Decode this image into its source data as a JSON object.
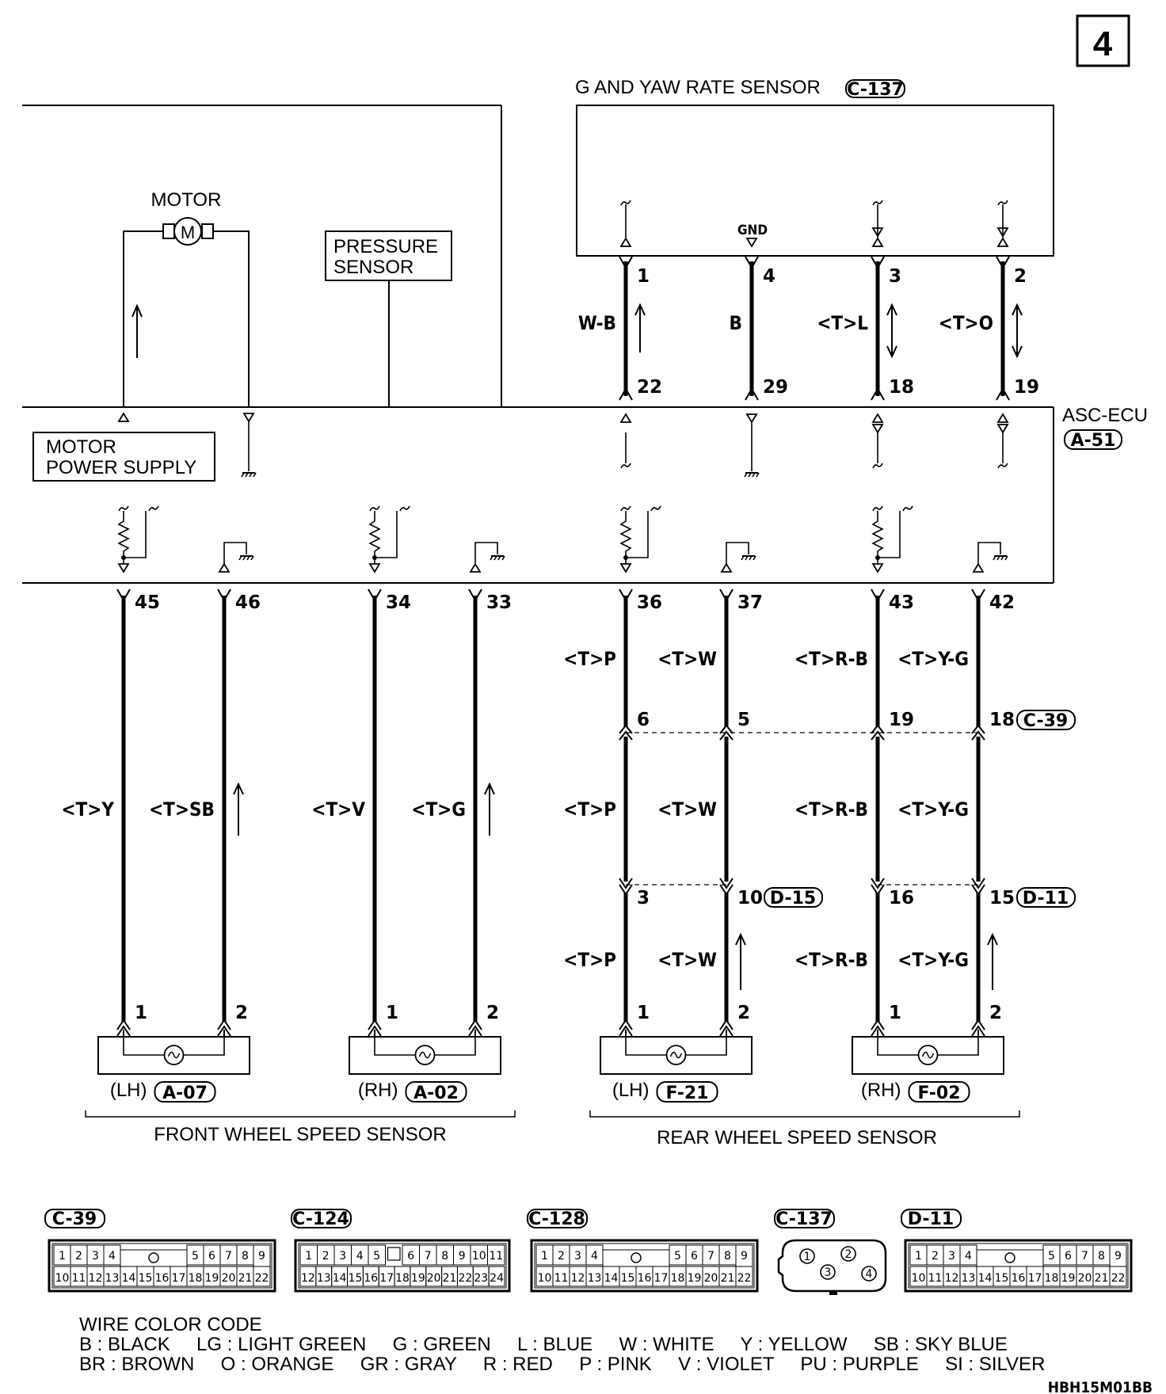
{
  "page_number": "4",
  "drawing_code": "HBH15M01BB",
  "g_sensor": {
    "title": "G AND YAW RATE SENSOR",
    "connector": "C-137",
    "gnd_label": "GND"
  },
  "motor": {
    "label": "MOTOR",
    "symbol": "M"
  },
  "pressure_sensor": {
    "line1": "PRESSURE",
    "line2": "SENSOR"
  },
  "motor_power_supply": {
    "line1": "MOTOR",
    "line2": "POWER SUPPLY"
  },
  "ecu": {
    "name": "ASC-ECU",
    "connector": "A-51"
  },
  "upper_wires": [
    {
      "sensor_pin": "1",
      "ecu_pin": "22",
      "color": "W-B"
    },
    {
      "sensor_pin": "4",
      "ecu_pin": "29",
      "color": "B"
    },
    {
      "sensor_pin": "3",
      "ecu_pin": "18",
      "color": "<T>L"
    },
    {
      "sensor_pin": "2",
      "ecu_pin": "19",
      "color": "<T>O"
    }
  ],
  "lower_wires": [
    {
      "ecu_pin": "45",
      "color": "<T>Y",
      "sensor_pin": "1"
    },
    {
      "ecu_pin": "46",
      "color": "<T>SB",
      "sensor_pin": "2"
    },
    {
      "ecu_pin": "34",
      "color": "<T>V",
      "sensor_pin": "1"
    },
    {
      "ecu_pin": "33",
      "color": "<T>G",
      "sensor_pin": "2"
    },
    {
      "ecu_pin": "36",
      "colors": [
        "<T>P",
        "<T>P",
        "<T>P"
      ],
      "c39_pin": "6",
      "d_pin": "3",
      "sensor_pin": "1"
    },
    {
      "ecu_pin": "37",
      "colors": [
        "<T>W",
        "<T>W",
        "<T>W"
      ],
      "c39_pin": "5",
      "d_pin": "10",
      "sensor_pin": "2"
    },
    {
      "ecu_pin": "43",
      "colors": [
        "<T>R-B",
        "<T>R-B",
        "<T>R-B"
      ],
      "c39_pin": "19",
      "d_pin": "16",
      "sensor_pin": "1"
    },
    {
      "ecu_pin": "42",
      "colors": [
        "<T>Y-G",
        "<T>Y-G",
        "<T>Y-G"
      ],
      "c39_pin": "18",
      "d_pin": "15",
      "sensor_pin": "2"
    }
  ],
  "mid_connectors": {
    "c39": "C-39",
    "d15": "D-15",
    "d11": "D-11"
  },
  "wheel_sensors": [
    {
      "side": "(LH)",
      "connector": "A-07"
    },
    {
      "side": "(RH)",
      "connector": "A-02"
    },
    {
      "side": "(LH)",
      "connector": "F-21"
    },
    {
      "side": "(RH)",
      "connector": "F-02"
    }
  ],
  "groups": {
    "front": "FRONT WHEEL SPEED SENSOR",
    "rear": "REAR WHEEL SPEED SENSOR"
  },
  "connector_faces": [
    {
      "name": "C-39",
      "top": [
        "1",
        "2",
        "3",
        "4",
        "5",
        "6",
        "7",
        "8",
        "9"
      ],
      "bottom": [
        "10",
        "11",
        "12",
        "13",
        "14",
        "15",
        "16",
        "17",
        "18",
        "19",
        "20",
        "21",
        "22"
      ]
    },
    {
      "name": "C-124",
      "top": [
        "1",
        "2",
        "3",
        "4",
        "5",
        "6",
        "7",
        "8",
        "9",
        "10",
        "11"
      ],
      "bottom": [
        "12",
        "13",
        "14",
        "15",
        "16",
        "17",
        "18",
        "19",
        "20",
        "21",
        "22",
        "23",
        "24"
      ]
    },
    {
      "name": "C-128",
      "top": [
        "1",
        "2",
        "3",
        "4",
        "5",
        "6",
        "7",
        "8",
        "9"
      ],
      "bottom": [
        "10",
        "11",
        "12",
        "13",
        "14",
        "15",
        "16",
        "17",
        "18",
        "19",
        "20",
        "21",
        "22"
      ]
    },
    {
      "name": "C-137",
      "pins": [
        "1",
        "2",
        "3",
        "4"
      ]
    },
    {
      "name": "D-11",
      "top": [
        "1",
        "2",
        "3",
        "4",
        "5",
        "6",
        "7",
        "8",
        "9"
      ],
      "bottom": [
        "10",
        "11",
        "12",
        "13",
        "14",
        "15",
        "16",
        "17",
        "18",
        "19",
        "20",
        "21",
        "22"
      ]
    }
  ],
  "wire_color_code": {
    "title": "WIRE COLOR CODE",
    "line1": "B : BLACK     LG : LIGHT GREEN     G : GREEN     L : BLUE     W : WHITE     Y : YELLOW     SB : SKY BLUE",
    "line2": "BR : BROWN     O : ORANGE     GR : GRAY     R : RED     P : PINK     V : VIOLET     PU : PURPLE     SI : SILVER"
  }
}
